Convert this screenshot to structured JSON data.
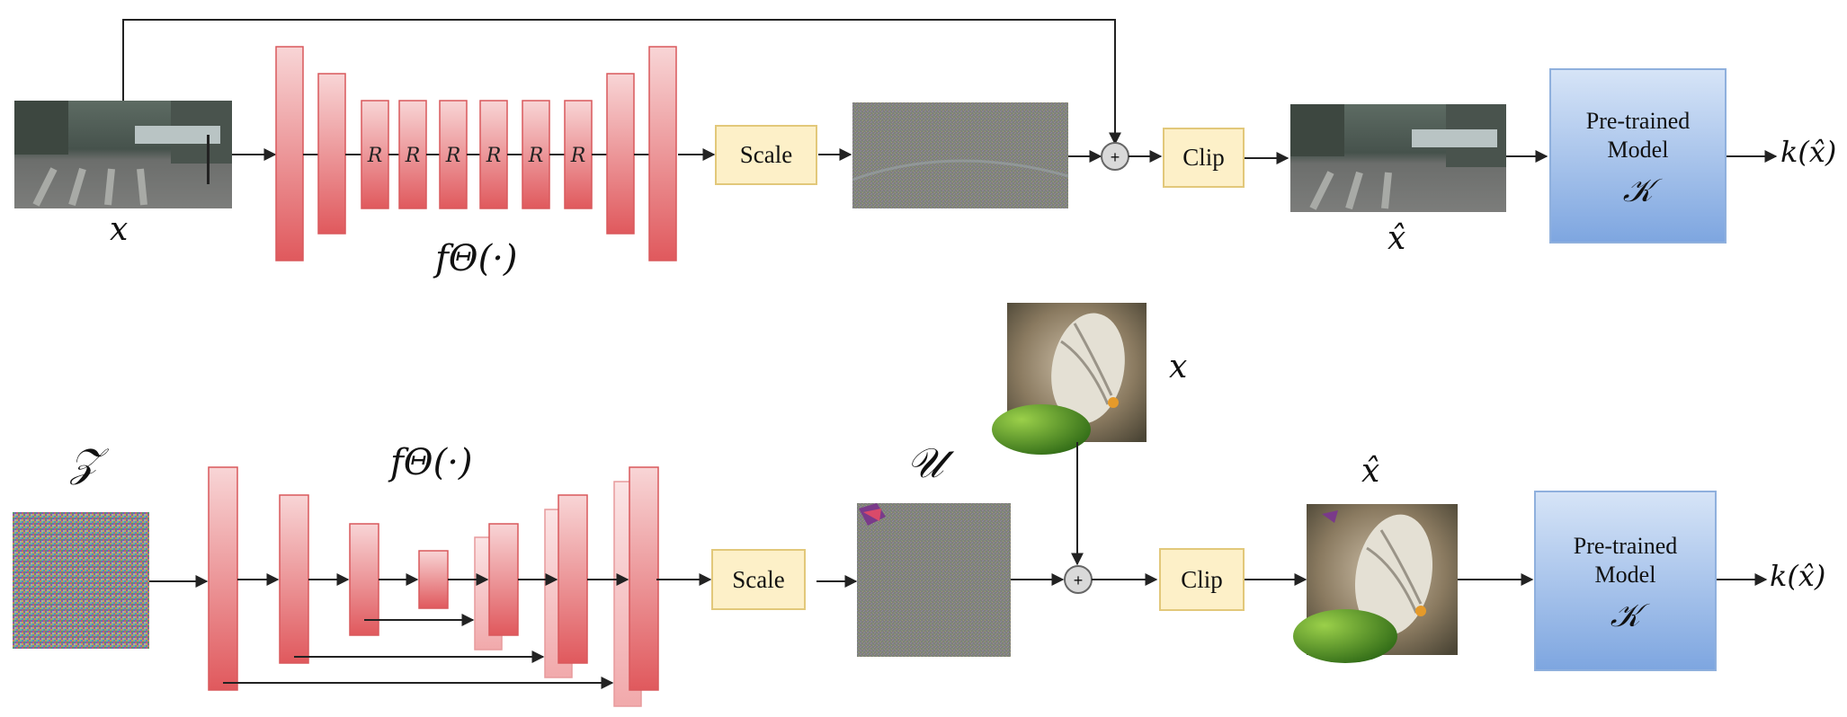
{
  "top": {
    "input_label": "x",
    "network_label": "fΘ(·)",
    "residual_label": "R",
    "scale_label": "Scale",
    "plus_label": "+",
    "clip_label": "Clip",
    "output_label": "x̂",
    "model_line1": "Pre-trained",
    "model_line2": "Model",
    "model_symbol": "𝒦",
    "result_label": "k(x̂)"
  },
  "bottom": {
    "noise_label": "𝒵",
    "network_label": "fΘ(·)",
    "perturbation_label": "𝒰",
    "input_label": "x",
    "scale_label": "Scale",
    "plus_label": "+",
    "clip_label": "Clip",
    "output_label": "x̂",
    "model_line1": "Pre-trained",
    "model_line2": "Model",
    "model_symbol": "𝒦",
    "result_label": "k(x̂)"
  },
  "colors": {
    "layer_top": "#f8d5d6",
    "layer_bottom": "#e0595d",
    "layer_border": "#d9585c",
    "scale_clip_fill": "#fdf0c8",
    "scale_clip_border": "#e2c87a",
    "model_top": "#d6e4f7",
    "model_bottom": "#7ea6e0",
    "arrow": "#222222"
  }
}
